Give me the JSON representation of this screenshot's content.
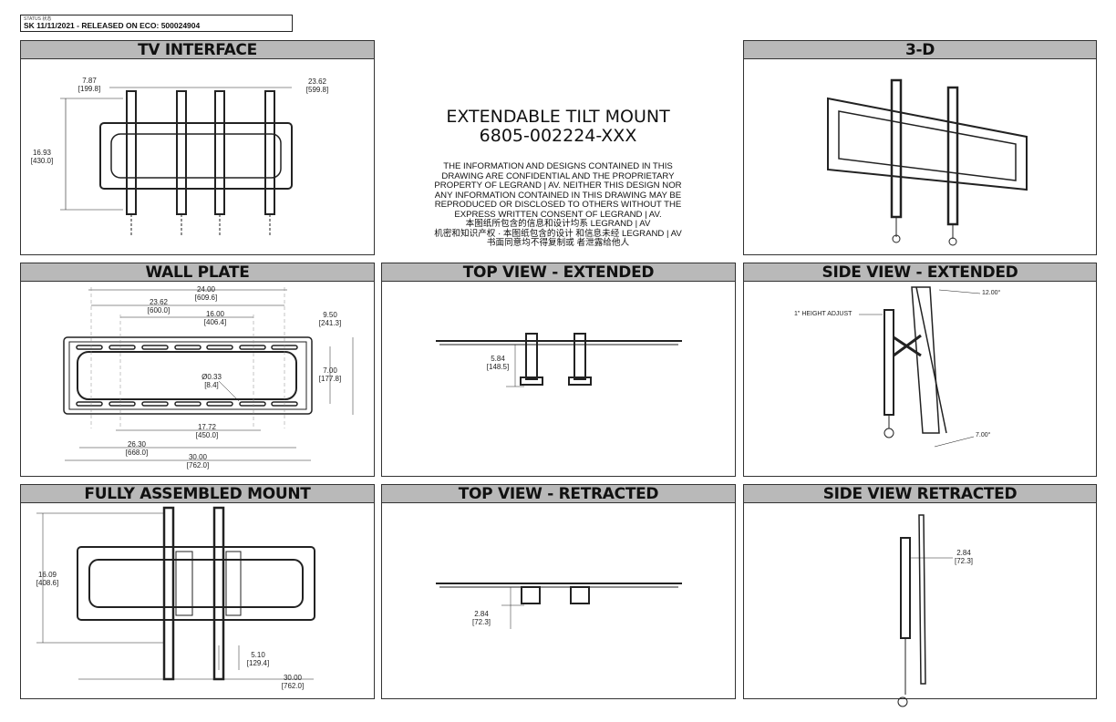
{
  "status": {
    "caption": "STATUS 状态",
    "value": "SK 11/11/2021 - RELEASED ON ECO: 500024904"
  },
  "title": {
    "line1": "EXTENDABLE TILT MOUNT",
    "line2": "6805-002224-XXX"
  },
  "legal": [
    "THE INFORMATION AND DESIGNS CONTAINED IN THIS",
    "DRAWING ARE CONFIDENTIAL AND THE PROPRIETARY",
    "PROPERTY OF LEGRAND | AV. NEITHER THIS DESIGN NOR",
    "ANY INFORMATION CONTAINED IN THIS DRAWING MAY BE",
    "REPRODUCED OR DISCLOSED TO OTHERS WITHOUT THE",
    "EXPRESS WRITTEN  CONSENT OF LEGRAND | AV.",
    "本图纸所包含的信息和设计均系 LEGRAND | AV",
    "机密和知识产权 · 本图纸包含的设计 和信息未经 LEGRAND | AV",
    "书面同意均不得复制或 者泄露给他人"
  ],
  "panels": {
    "tv_interface": {
      "title": "TV INTERFACE",
      "dims": [
        {
          "in": "7.87",
          "mm": "[199.8]"
        },
        {
          "in": "23.62",
          "mm": "[599.8]"
        },
        {
          "in": "16.93",
          "mm": "[430.0]"
        }
      ]
    },
    "three_d": {
      "title": "3-D"
    },
    "wall_plate": {
      "title": "WALL PLATE",
      "dims": [
        {
          "in": "24.00",
          "mm": "[609.6]"
        },
        {
          "in": "23.62",
          "mm": "[600.0]"
        },
        {
          "in": "16.00",
          "mm": "[406.4]"
        },
        {
          "in": "9.50",
          "mm": "[241.3]"
        },
        {
          "in": "7.00",
          "mm": "[177.8]"
        },
        {
          "in": "Ø0.33",
          "mm": "[8.4]"
        },
        {
          "in": "17.72",
          "mm": "[450.0]"
        },
        {
          "in": "26.30",
          "mm": "[668.0]"
        },
        {
          "in": "30.00",
          "mm": "[762.0]"
        }
      ]
    },
    "top_extended": {
      "title": "TOP VIEW - EXTENDED",
      "dims": [
        {
          "in": "5.84",
          "mm": "[148.5]"
        }
      ]
    },
    "side_extended": {
      "title": "SIDE VIEW - EXTENDED",
      "height_adjust": "1\" HEIGHT ADJUST",
      "angle_top": "12.00°",
      "angle_bottom": "7.00°"
    },
    "fully_assembled": {
      "title": "FULLY ASSEMBLED MOUNT",
      "dims": [
        {
          "in": "16.09",
          "mm": "[408.6]"
        },
        {
          "in": "5.10",
          "mm": "[129.4]"
        },
        {
          "in": "30.00",
          "mm": "[762.0]"
        }
      ]
    },
    "top_retracted": {
      "title": "TOP VIEW - RETRACTED",
      "dims": [
        {
          "in": "2.84",
          "mm": "[72.3]"
        }
      ]
    },
    "side_retracted": {
      "title": "SIDE VIEW RETRACTED",
      "dims": [
        {
          "in": "2.84",
          "mm": "[72.3]"
        }
      ]
    }
  }
}
